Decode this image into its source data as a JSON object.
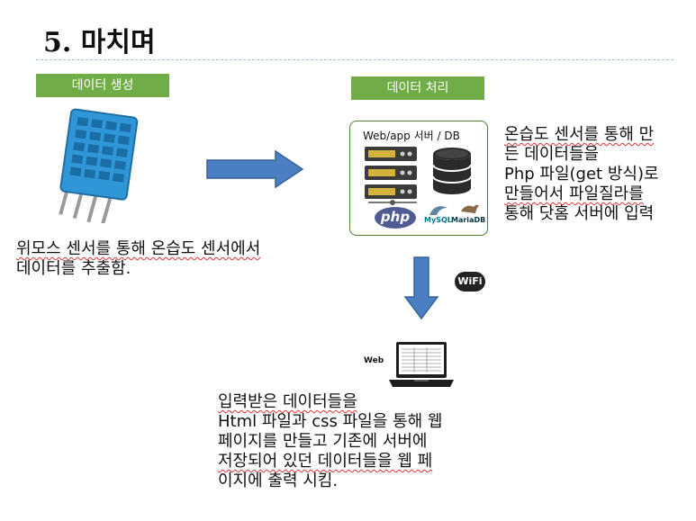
{
  "page": {
    "title": "5. 마치며"
  },
  "labels": {
    "generate": "데이터 생성",
    "process": "데이터 처리"
  },
  "server": {
    "caption": "Web/app 서버 / DB",
    "php_logo": "php",
    "mysql_logo": "MySQL",
    "mariadb_logo": "MariaDB"
  },
  "left_text": {
    "line1": "위모스 센서를 통해 온습도 센서에서",
    "line2": "데이터를 추출함."
  },
  "right_text": {
    "line1": "온습도 센서를 통해 만",
    "line2": "든 데이터들을",
    "line3": "Php 파일(get 방식)로",
    "line4": "만들어서 파일질라를",
    "line5": "통해 닷홈 서버에 입력"
  },
  "wifi_badge": "WiFi",
  "web_label": "Web",
  "bottom_text": {
    "line1": "입력받은 데이터들을",
    "line2": "Html 파일과 css 파일을 통해 웹",
    "line3": "페이지를 만들고 기존에 서버에",
    "line4": "저장되어 있던 데이터들을 웹 페",
    "line5": "이지에 출력 시킴."
  },
  "colors": {
    "label_green": "#70ad47",
    "arrow_blue": "#4a7fc1",
    "sensor_blue": "#2f97d8"
  }
}
